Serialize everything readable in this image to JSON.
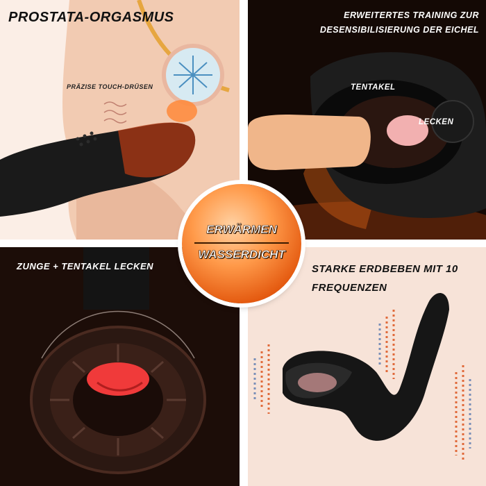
{
  "panels": {
    "top_left": {
      "title": "PROSTATA-ORGASMUS",
      "note": "PRÄZISE TOUCH-DRÜSEN"
    },
    "top_right": {
      "title_line1": "ERWEITERTES TRAINING ZUR",
      "title_line2": "DESENSIBILISIERUNG DER EICHEL",
      "label_tentacle": "TENTAKEL",
      "label_lick": "LECKEN"
    },
    "bottom_left": {
      "title": "ZUNGE + TENTAKEL LECKEN"
    },
    "bottom_right": {
      "title_line1": "STARKE ERDBEBEN MIT 10",
      "title_line2": "FREQUENZEN"
    }
  },
  "badge": {
    "line1": "ERWÄRMEN",
    "line2": "WASSERDICHT"
  },
  "colors": {
    "accent": "#e45a10",
    "dark": "#111111",
    "skin": "#f2c9a5"
  }
}
